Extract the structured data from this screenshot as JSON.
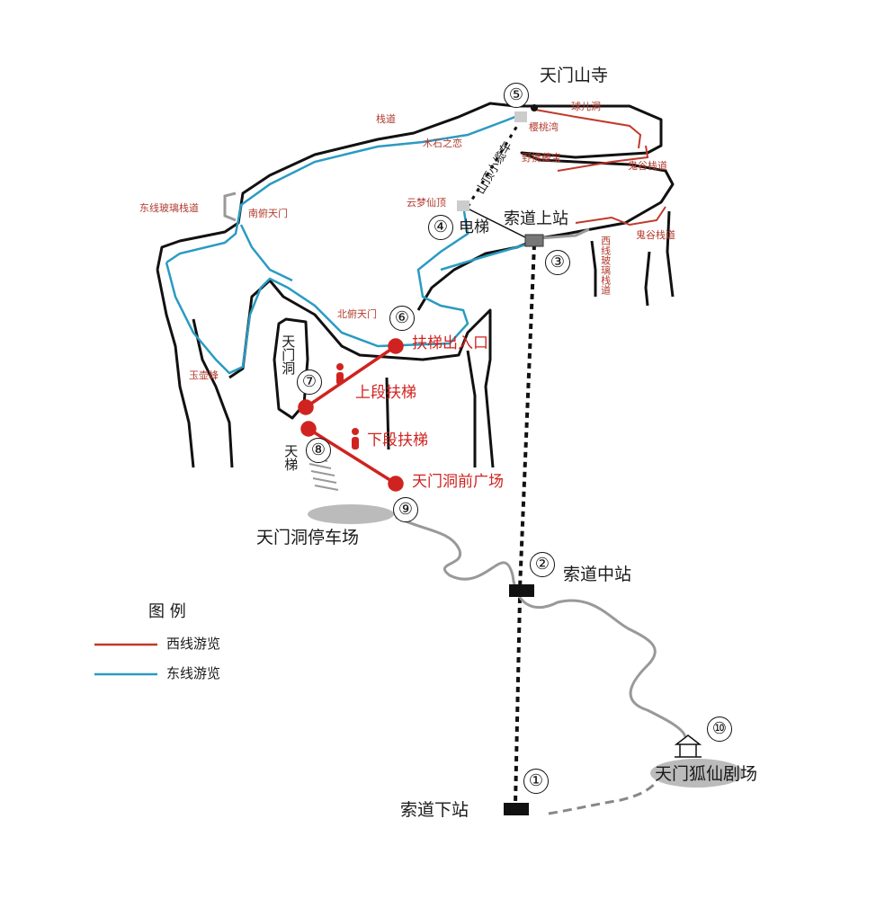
{
  "colors": {
    "west_route": "#c0392b",
    "east_route": "#2a9bc2",
    "cable": "#111111",
    "road": "#9a9a9a",
    "escalator": "#d0231f"
  },
  "stations": {
    "s1": {
      "num": "①",
      "label": "索道下站"
    },
    "s2": {
      "num": "②",
      "label": "索道中站"
    },
    "s3": {
      "num": "③",
      "label": "索道上站"
    },
    "s4": {
      "num": "④",
      "label": "电梯"
    },
    "s5": {
      "num": "⑤",
      "label": "天门山寺"
    },
    "s6": {
      "num": "⑥",
      "label": "扶梯出入口"
    },
    "s7": {
      "num": "⑦",
      "label": "上段扶梯"
    },
    "s8": {
      "num": "⑧",
      "label": "下段扶梯"
    },
    "s9": {
      "num": "⑨",
      "label": "天门洞前广场"
    },
    "s10": {
      "num": "⑩",
      "label": "天门狐仙剧场"
    }
  },
  "places": {
    "parking": "天门洞停车场",
    "cave": "天门洞",
    "stairs": "天梯",
    "minitrain": "山顶小缆车",
    "plank": "栈道",
    "mushi": "木石之恋",
    "yingtao": "樱桃湾",
    "qiuer": "球儿洞",
    "yefu": "野拂藏宝",
    "guigu1": "鬼谷栈道",
    "guigu2": "鬼谷栈道",
    "west_glass": "西线玻璃栈道",
    "east_glass": "东线玻璃栈道",
    "nanfu": "南俯天门",
    "beifu": "北俯天门",
    "yunmeng": "云梦仙顶",
    "yuhu": "玉壶峰"
  },
  "legend": {
    "title": "图  例",
    "items": [
      {
        "label": "西线游览",
        "color": "#c0392b"
      },
      {
        "label": "东线游览",
        "color": "#2a9bc2"
      }
    ]
  }
}
